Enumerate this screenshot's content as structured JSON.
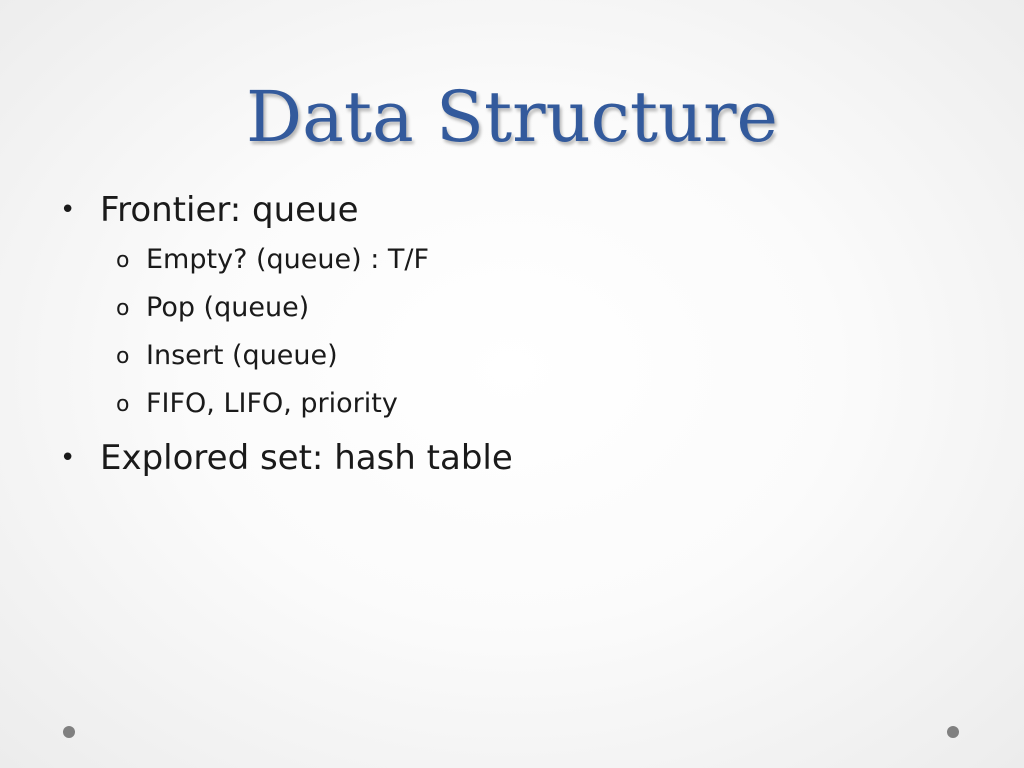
{
  "slide": {
    "title": "Data Structure",
    "bullets": [
      {
        "marker": "•",
        "text": "Frontier: queue",
        "subitems": [
          {
            "marker": "o",
            "text": "Empty? (queue) : T/F"
          },
          {
            "marker": "o",
            "text": "Pop (queue)"
          },
          {
            "marker": "o",
            "text": "Insert (queue)"
          },
          {
            "marker": "o",
            "text": "FIFO, LIFO, priority"
          }
        ]
      },
      {
        "marker": "•",
        "text": "Explored set: hash table"
      }
    ]
  },
  "colors": {
    "title": "#335a9c",
    "text": "#1a1a1a",
    "decorative_dots": "#808080"
  }
}
